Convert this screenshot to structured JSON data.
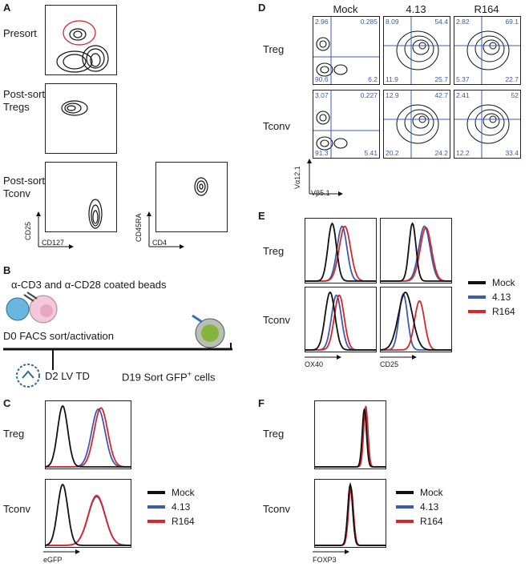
{
  "panels": {
    "A": {
      "letter": "A",
      "rows": [
        "Presort",
        "Post-sort\nTregs",
        "Post-sort\nTconv"
      ],
      "row_labels": {
        "presort": "Presort",
        "tregs_1": "Post-sort",
        "tregs_2": "Tregs",
        "tconv_1": "Post-sort",
        "tconv_2": "Tconv"
      },
      "y_axis": "CD25",
      "x_axis": "CD127",
      "y_axis_2": "CD45RA",
      "x_axis_2": "CD4"
    },
    "B": {
      "letter": "B",
      "beads": "α-CD3 and α-CD28 coated beads",
      "d0": "D0 FACS sort/activation",
      "d2": "D2 LV TD",
      "d19": "D19 Sort GFP",
      "d19_sup": "+",
      "d19_tail": " cells"
    },
    "C": {
      "letter": "C",
      "rows": [
        "Treg",
        "Tconv"
      ],
      "x_axis": "eGFP"
    },
    "D": {
      "letter": "D",
      "columns": [
        "Mock",
        "4.13",
        "R164"
      ],
      "rows": [
        "Treg",
        "Tconv"
      ],
      "y_axis": "Vα12.1",
      "x_axis": "Vβ5.1",
      "quadrants": {
        "treg": [
          {
            "ul": "2.96",
            "ur": "0.285",
            "ll": "90.6",
            "lr": "6.2"
          },
          {
            "ul": "8.09",
            "ur": "54.4",
            "ll": "11.9",
            "lr": "25.7"
          },
          {
            "ul": "2.82",
            "ur": "69.1",
            "ll": "5.37",
            "lr": "22.7"
          }
        ],
        "tconv": [
          {
            "ul": "3.07",
            "ur": "0.227",
            "ll": "91.3",
            "lr": "5.41"
          },
          {
            "ul": "12.9",
            "ur": "42.7",
            "ll": "20.2",
            "lr": "24.2"
          },
          {
            "ul": "2.41",
            "ur": "52",
            "ll": "12.2",
            "lr": "33.4"
          }
        ]
      }
    },
    "E": {
      "letter": "E",
      "rows": [
        "Treg",
        "Tconv"
      ],
      "x_axis_1": "OX40",
      "x_axis_2": "CD25"
    },
    "F": {
      "letter": "F",
      "rows": [
        "Treg",
        "Tconv"
      ],
      "x_axis": "FOXP3"
    }
  },
  "legend": [
    {
      "label": "Mock",
      "color": "#111111"
    },
    {
      "label": "4.13",
      "color": "#3b5bb0"
    },
    {
      "label": "R164",
      "color": "#d8262b"
    }
  ],
  "colors": {
    "mock": "#111111",
    "c413": "#3b5bb0",
    "r164": "#d8262b",
    "quad_text": "#3a5ba8",
    "gate": "#d8262b"
  }
}
